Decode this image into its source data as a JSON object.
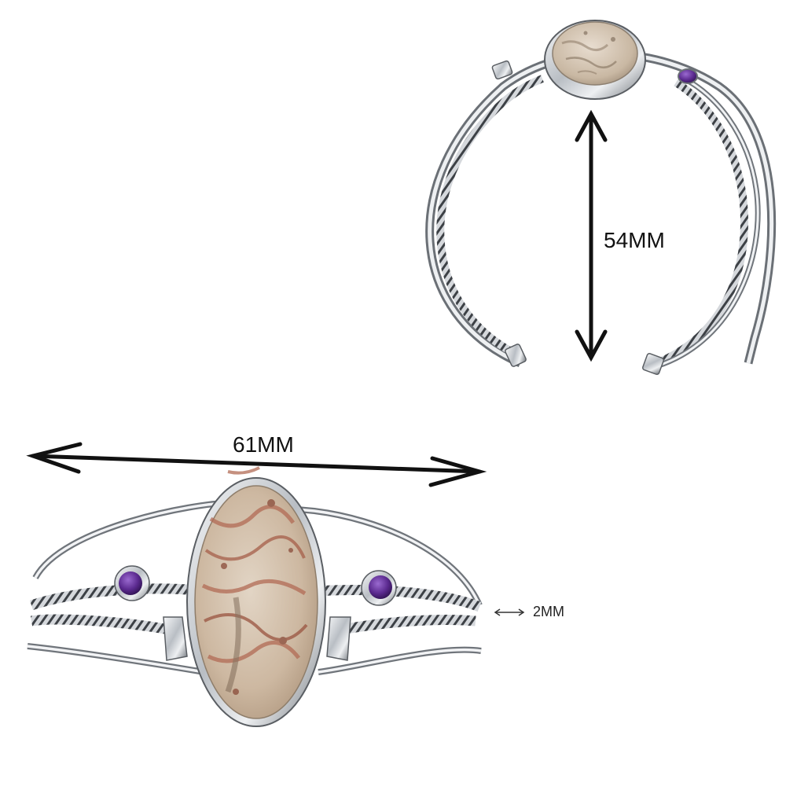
{
  "dimensions": {
    "inner_diameter_label": "54MM",
    "width_label": "61MM",
    "band_thickness_label": "2MM"
  },
  "colors": {
    "silver": "#c9cdd2",
    "silver_dark": "#5a5e63",
    "silver_light": "#f4f5f6",
    "jasper_base": "#d9c7b2",
    "jasper_accent": "#b26b55",
    "amethyst": "#5b2a8f",
    "arrow": "#111111"
  },
  "icons": {
    "vertical_arrow": "double-headed-vertical-arrow-icon",
    "horizontal_arrow": "double-headed-horizontal-arrow-icon",
    "thickness_arrow": "small-double-arrow-icon"
  }
}
